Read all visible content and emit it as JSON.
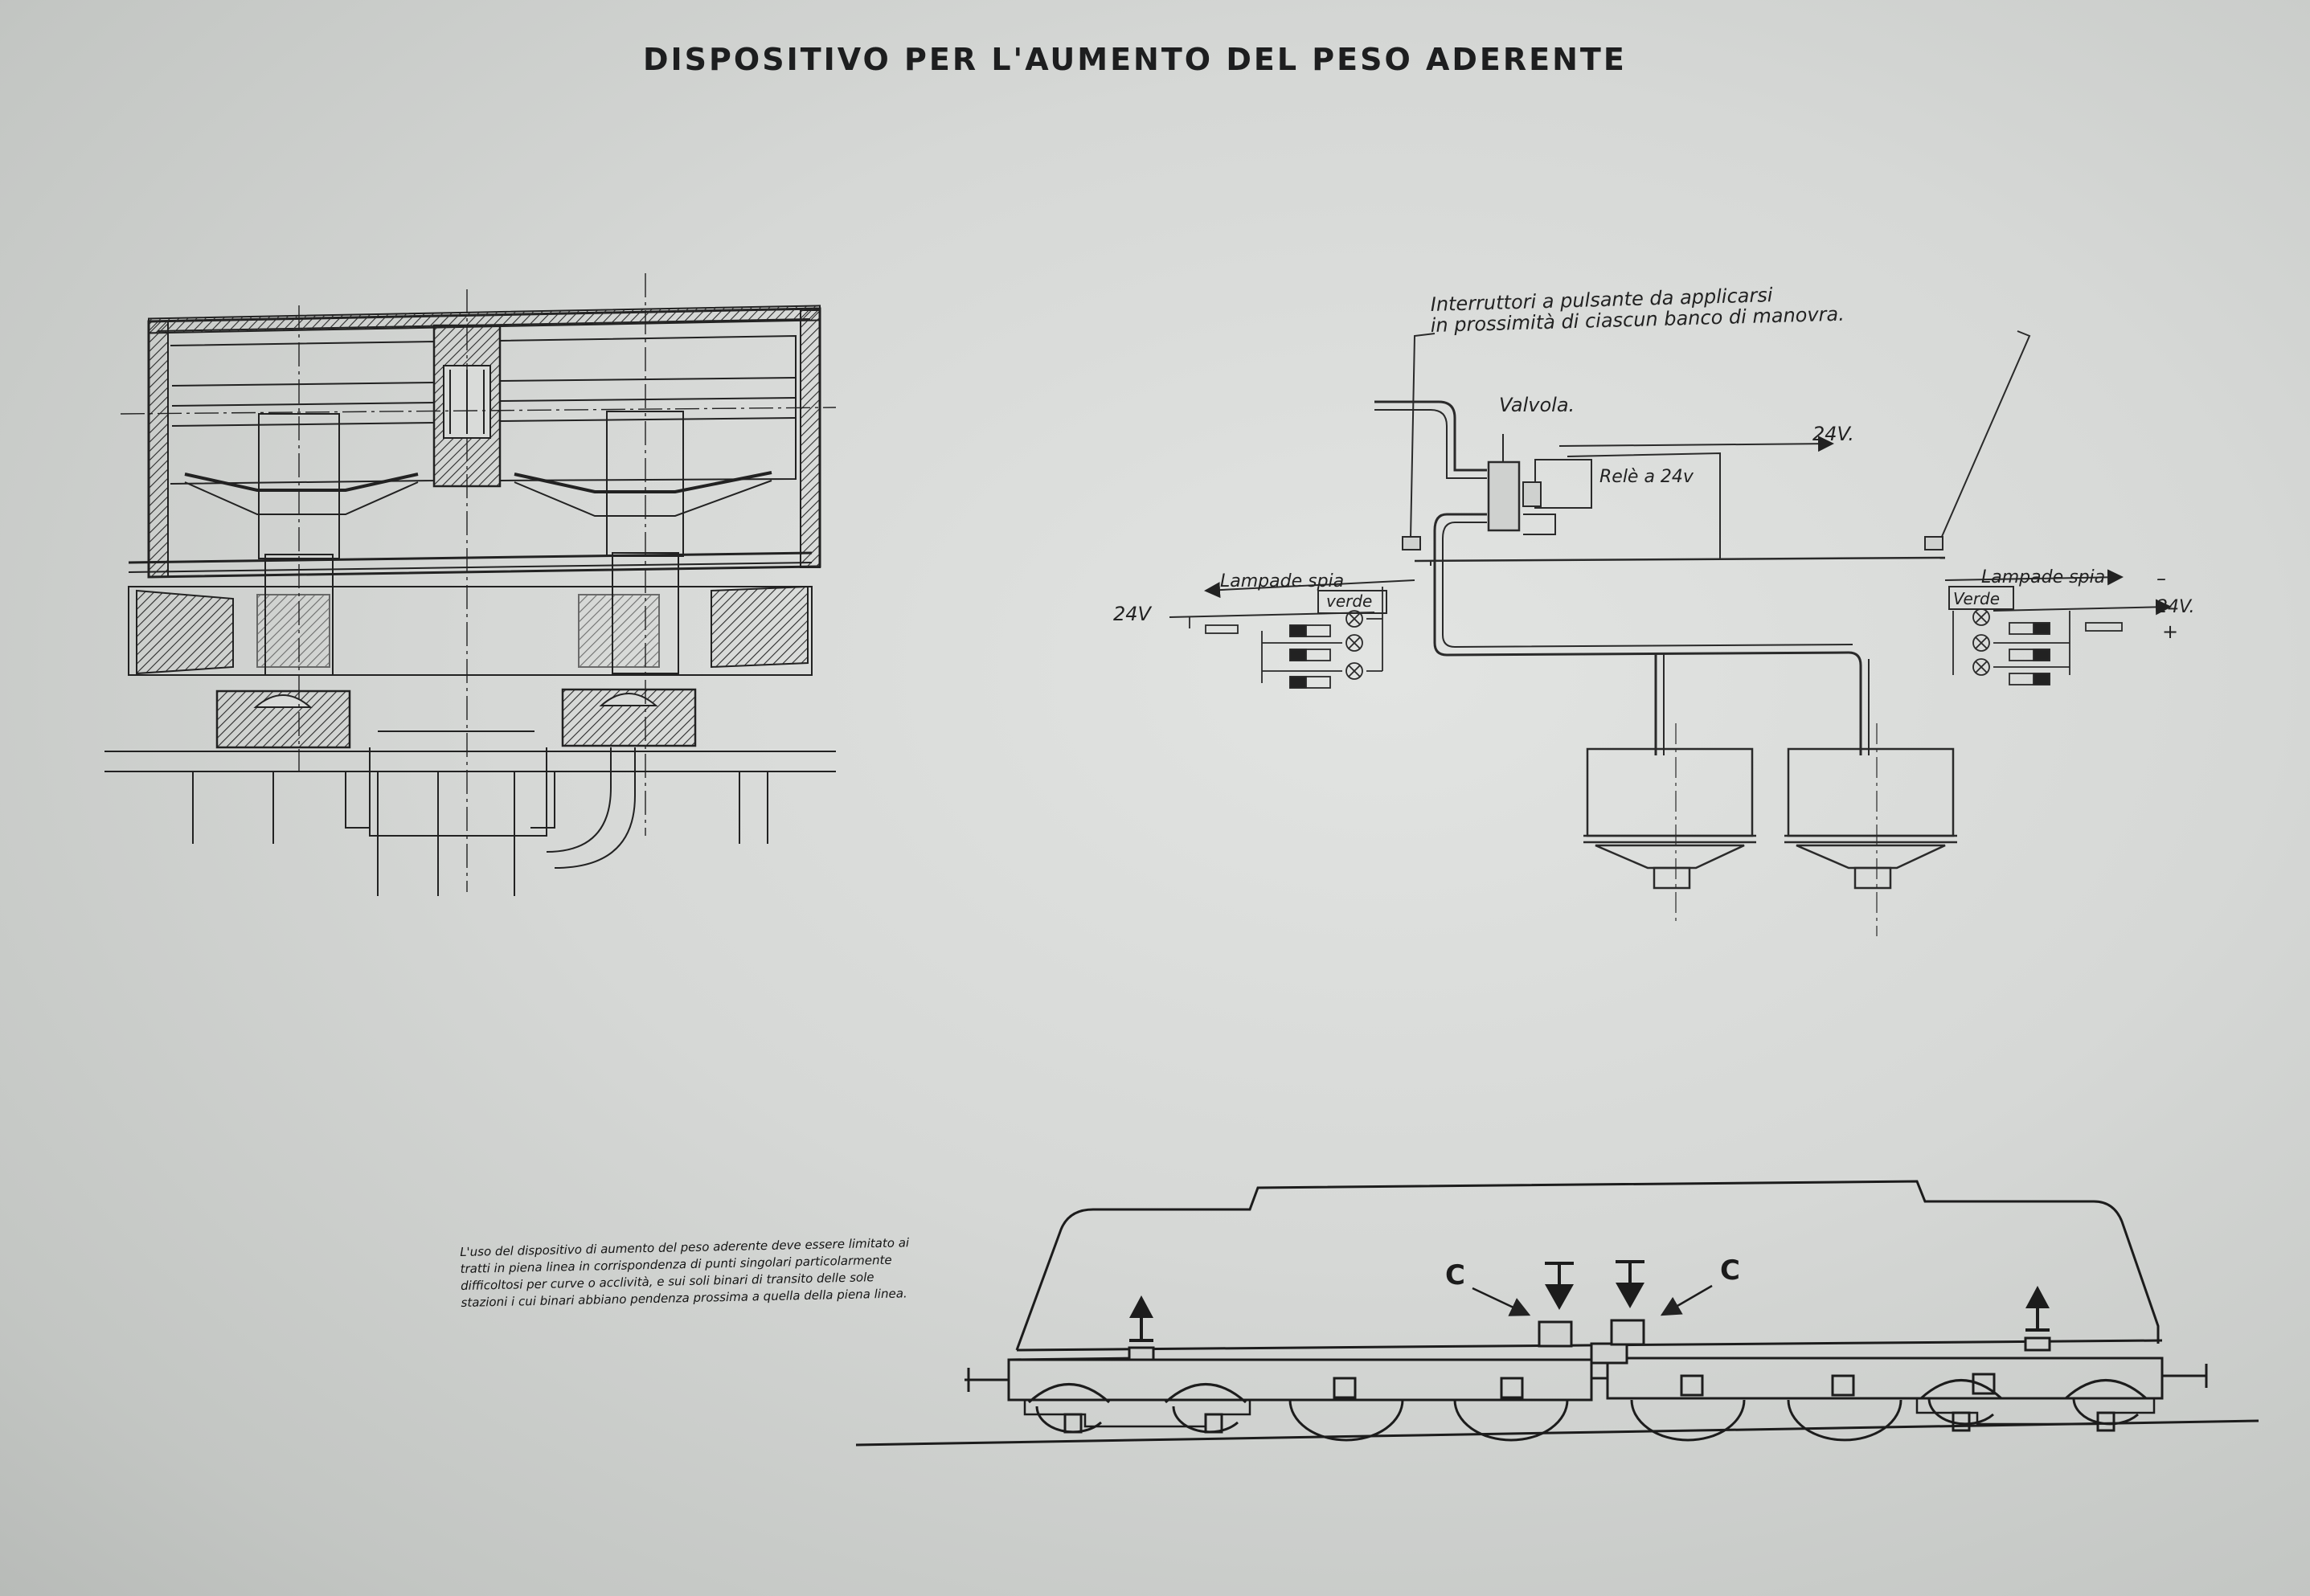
{
  "title": "DISPOSITIVO PER L'AUMENTO DEL PESO ADERENTE",
  "schematic": {
    "pushbutton_note_line1": "Interruttori a pulsante da applicarsi",
    "pushbutton_note_line2": "in prossimità di ciascun banco di manovra.",
    "valve_label": "Valvola.",
    "relay_label": "Relè a 24v",
    "supply_top_label": "24V.",
    "left_lamps_label": "Lampade spia",
    "left_green_label": "verde",
    "left_voltage_label": "24V",
    "right_lamps_label": "Lampade spia",
    "right_green_label": "Verde",
    "right_voltage_label": "24V.",
    "minus_sign": "–",
    "plus_sign": "+"
  },
  "note_text": "L'uso del dispositivo di aumento del peso aderente deve essere limitato ai tratti in piena linea in corrispondenza di punti singolari particolarmente difficoltosi per curve o acclività, e sui soli binari di transito delle sole stazioni i cui binari abbiano pendenza prossima a quella della piena linea.",
  "locomotive": {
    "label_left_c": "C",
    "label_right_c": "C"
  }
}
